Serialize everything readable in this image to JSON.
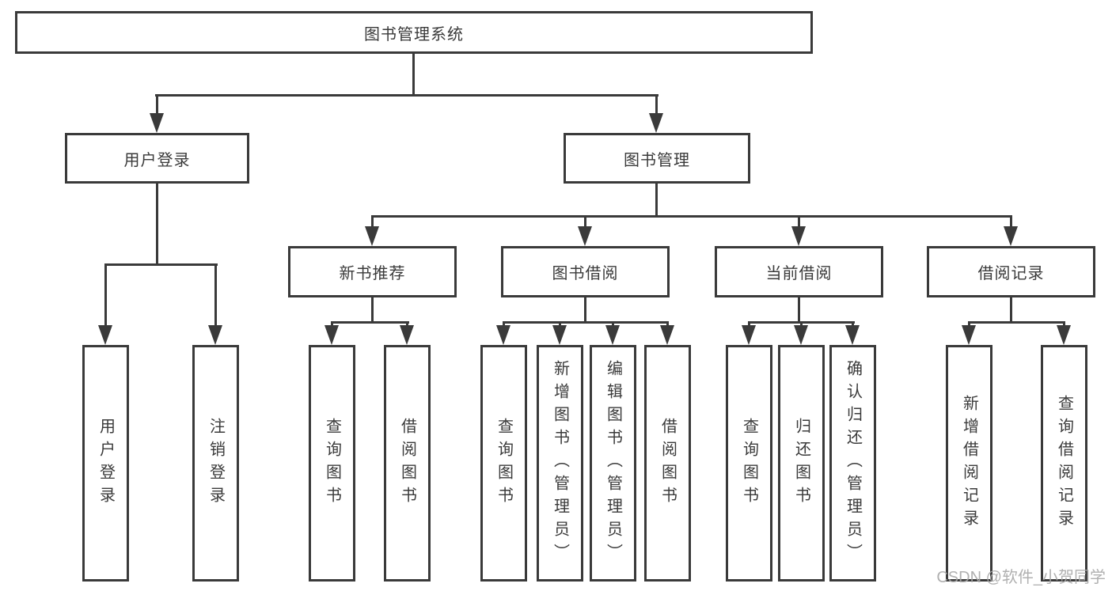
{
  "colors": {
    "line": "#3a3a3a",
    "text": "#3a3a3a",
    "background": "#ffffff",
    "watermark_text": "#a8a8a8"
  },
  "tree": {
    "label": "图书管理系统",
    "children": [
      {
        "label": "用户登录",
        "children": [
          {
            "label": "用户登录"
          },
          {
            "label": "注销登录"
          }
        ]
      },
      {
        "label": "图书管理",
        "children": [
          {
            "label": "新书推荐",
            "children": [
              {
                "label": "查询图书"
              },
              {
                "label": "借阅图书"
              }
            ]
          },
          {
            "label": "图书借阅",
            "children": [
              {
                "label": "查询图书"
              },
              {
                "label": "新增图书（管理员）"
              },
              {
                "label": "编辑图书（管理员）"
              },
              {
                "label": "借阅图书"
              }
            ]
          },
          {
            "label": "当前借阅",
            "children": [
              {
                "label": "查询图书"
              },
              {
                "label": "归还图书"
              },
              {
                "label": "确认归还（管理员）"
              }
            ]
          },
          {
            "label": "借阅记录",
            "children": [
              {
                "label": "新增借阅记录"
              },
              {
                "label": "查询借阅记录"
              }
            ]
          }
        ]
      }
    ]
  },
  "watermark": {
    "text": "CSDN @软件_小贺同学"
  }
}
